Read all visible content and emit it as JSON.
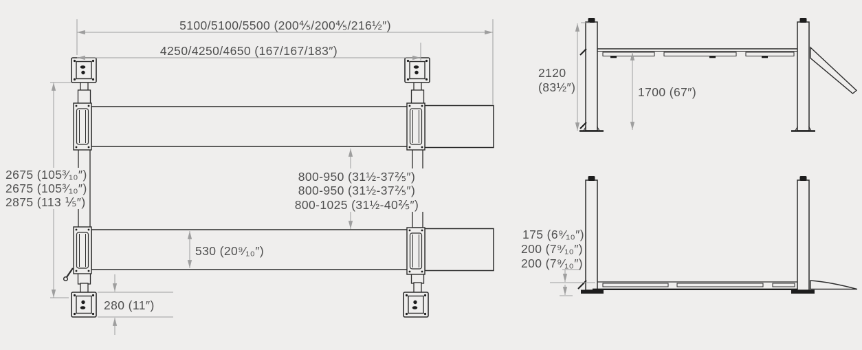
{
  "colors": {
    "background": "#efeeed",
    "structure_line": "#2b2b2b",
    "dimension_line": "#9e9e9e",
    "text": "#4f4f4f"
  },
  "plan": {
    "overall_length": "5100/5100/5500 (200⅘/200⅘/216½″)",
    "post_distance": "4250/4250/4650 (167/167/183″)",
    "length_lines": [
      "2675 (105³⁄₁₀″)",
      "2675 (105³⁄₁₀″)",
      "2875 (113 ⅕″)"
    ],
    "track_lines": [
      "800-950 (31½-37⅖″)",
      "800-950 (31½-37⅖″)",
      "800-1025 (31½-40⅖″)"
    ],
    "runway_width": "530 (20⁹⁄₁₀″)",
    "base_plate_width": "280 (11″)"
  },
  "raised_view": {
    "column_height_value": "2120",
    "column_height_inches": "(83½″)",
    "lift_height": "1700 (67″)"
  },
  "lowered_view": {
    "lines": [
      "175 (6⁹⁄₁₀″)",
      "200 (7⁹⁄₁₀″)",
      "200 (7⁹⁄₁₀″)"
    ]
  }
}
